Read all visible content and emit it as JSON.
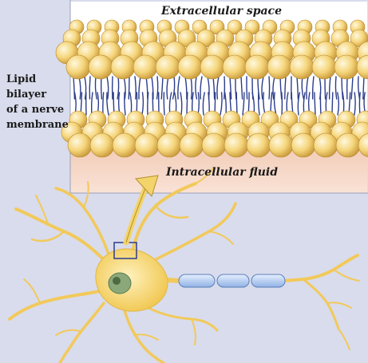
{
  "labels": {
    "extracellular": "Extracellular space",
    "intracellular": "Intracellular fluid",
    "membrane_lines": [
      "Lipid",
      "bilayer",
      "of a nerve",
      "membrane"
    ]
  },
  "colors": {
    "background_panel": "#d9dcec",
    "bilayer_panel": "#ffffff",
    "intracellular": "#f6d8c8",
    "lipid_head": "#f5d57a",
    "lipid_tail": "#2c3d8a",
    "neuron_body": "#f7d56e",
    "nucleus": "#8aa87a",
    "myelin": "#b9cff1",
    "arrow": "#f3d46a"
  },
  "icons": [
    "neuron",
    "lipid-head",
    "arrow",
    "zoom-box"
  ]
}
